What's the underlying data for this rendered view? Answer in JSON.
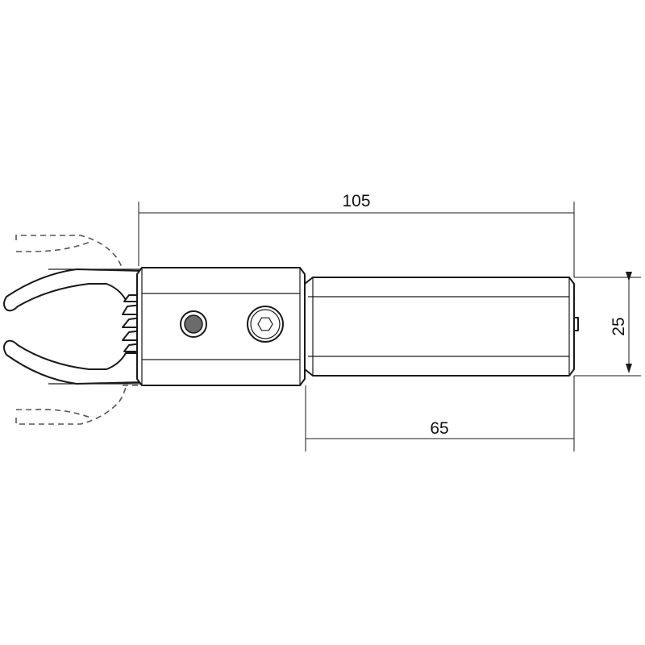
{
  "dimensions": {
    "overall_length": "105",
    "shaft_length": "65",
    "diameter": "25"
  },
  "colors": {
    "line": "#1a1a1a",
    "pin_fill": "#6b6b6b",
    "background": "#ffffff"
  },
  "icons": {
    "pin": "round-pin-icon",
    "screw": "hex-socket-screw-icon"
  }
}
